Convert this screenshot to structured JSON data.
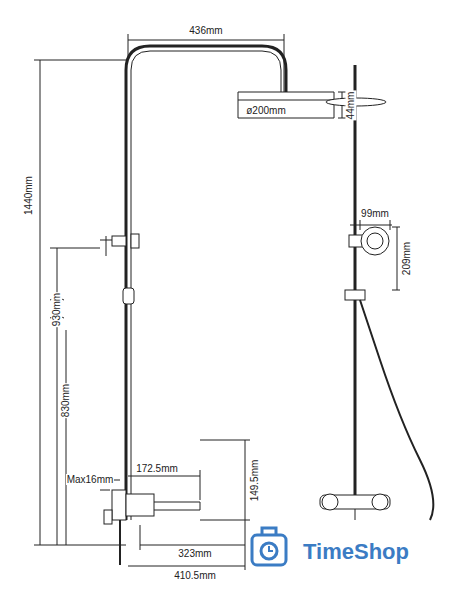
{
  "diagram": {
    "labels": [
      "436mm",
      "44mm",
      "ø200mm",
      "99mm",
      "209mm",
      "1440mm",
      "930mm",
      "830mm",
      "Max16mm",
      "172.5mm",
      "149.5mm",
      "323mm",
      "410.5mm",
      "TimeShop"
    ]
  }
}
